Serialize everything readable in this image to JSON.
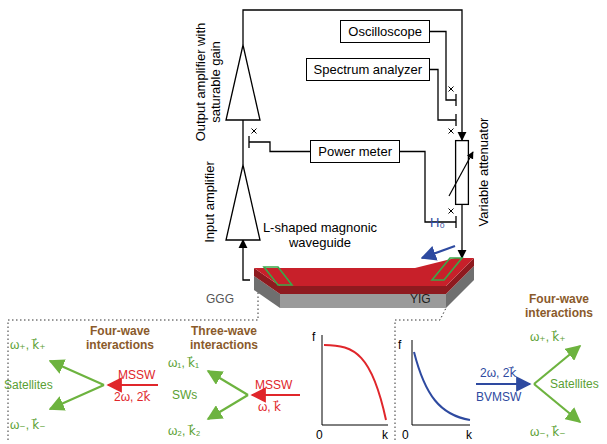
{
  "diagram": {
    "nodes": [
      {
        "text": [
          "Oscilloscope"
        ]
      },
      {
        "text": [
          "Spectrum analyzer"
        ]
      },
      {
        "text": [
          "Power meter"
        ]
      },
      {
        "text": [
          "Output amplifier with saturable gain"
        ]
      },
      {
        "text": [
          "Variable attenuator"
        ]
      },
      {
        "text": [
          "Input amplifier"
        ]
      },
      {
        "text": [
          "L-shaped magnonic waveguide"
        ]
      }
    ],
    "edges": [
      {
        "from": 3,
        "to": 4,
        "arrow": "to"
      },
      {
        "from": 4,
        "to": 6,
        "arrow": "to"
      },
      {
        "from": 6,
        "to": 5,
        "arrow": "to"
      },
      {
        "from": 5,
        "to": 3,
        "arrow": "none"
      }
    ],
    "labels": [
      "GGG",
      "YIG",
      "H₀",
      "Four-wave interactions",
      "MSSW",
      "2ω, 2k⃗",
      "Satellites",
      "ω₊, k⃗₊",
      "ω₋, k⃗₋",
      "Three-wave interactions",
      "MSSW",
      "ω, k⃗",
      "SWs",
      "ω₁, k⃗₁",
      "ω₂, k⃗₂",
      "f",
      "0",
      "k",
      "f",
      "0",
      "k",
      "Four-wave interactions",
      "2ω, 2k⃗",
      "BVMSW",
      "Satellites",
      "ω₊, k⃗₊",
      "ω₋, k⃗₋"
    ]
  }
}
